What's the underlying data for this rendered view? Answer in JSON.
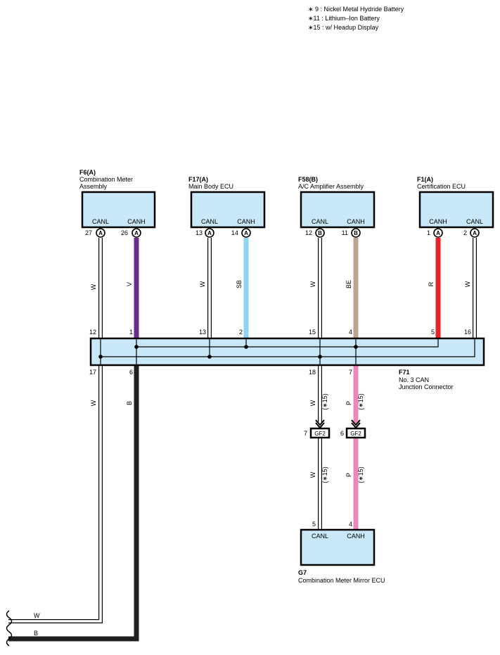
{
  "notes": [
    "∗ 9 : Nickel Metal Hydride Battery",
    "∗11 : Lithium–Ion Battery",
    "∗15 : w/ Headup Display"
  ],
  "colors": {
    "W": "#ffffff",
    "V": "#6b2a8e",
    "SB": "#8fd3f5",
    "BE": "#bca48e",
    "R": "#e8222b",
    "B": "#1f1f1f",
    "P": "#ee86b9",
    "box_fill": "#c9e8f7"
  },
  "components": {
    "f6": {
      "ref": "F6(A)",
      "name1": "Combination Meter",
      "name2": "Assembly",
      "pin1": "CANL",
      "pin2": "CANH",
      "num1": "27",
      "num2": "26",
      "conn1": "A",
      "conn2": "A"
    },
    "f17": {
      "ref": "F17(A)",
      "name1": "Main Body ECU",
      "pin1": "CANL",
      "pin2": "CANH",
      "num1": "13",
      "num2": "14",
      "conn1": "A",
      "conn2": "A"
    },
    "f58": {
      "ref": "F58(B)",
      "name1": "A/C Amplifier Assembly",
      "pin1": "CANL",
      "pin2": "CANH",
      "num1": "12",
      "num2": "11",
      "conn1": "B",
      "conn2": "B"
    },
    "f1": {
      "ref": "F1(A)",
      "name1": "Certification ECU",
      "pin1": "CANH",
      "pin2": "CANL",
      "num1": "1",
      "num2": "2",
      "conn1": "A",
      "conn2": "A"
    },
    "g7": {
      "ref": "G7",
      "name1": "Combination Meter Mirror ECU",
      "pin1": "CANL",
      "pin2": "CANH",
      "num1": "5",
      "num2": "4"
    },
    "f71": {
      "ref": "F71",
      "name1": "No.  3 CAN",
      "name2": "Junction Connector"
    }
  },
  "wire_labels": {
    "w1": "W",
    "v": "V",
    "w2": "W",
    "sb": "SB",
    "w3": "W",
    "be": "BE",
    "r": "R",
    "w4": "W",
    "w_down": "W",
    "b_down": "B",
    "w_mid": "W",
    "p_mid": "P",
    "w_low": "W",
    "p_low": "P",
    "w_bottom": "W",
    "b_bottom": "B"
  },
  "junction_pins": {
    "t1": "12",
    "t2": "1",
    "t3": "13",
    "t4": "2",
    "t5": "15",
    "t6": "4",
    "t7": "5",
    "t8": "16",
    "b1": "17",
    "b2": "6",
    "b3": "18",
    "b4": "7"
  },
  "gf2": {
    "label": "GF2",
    "left_pin": "7",
    "right_pin": "6",
    "note": "(∗15)"
  }
}
